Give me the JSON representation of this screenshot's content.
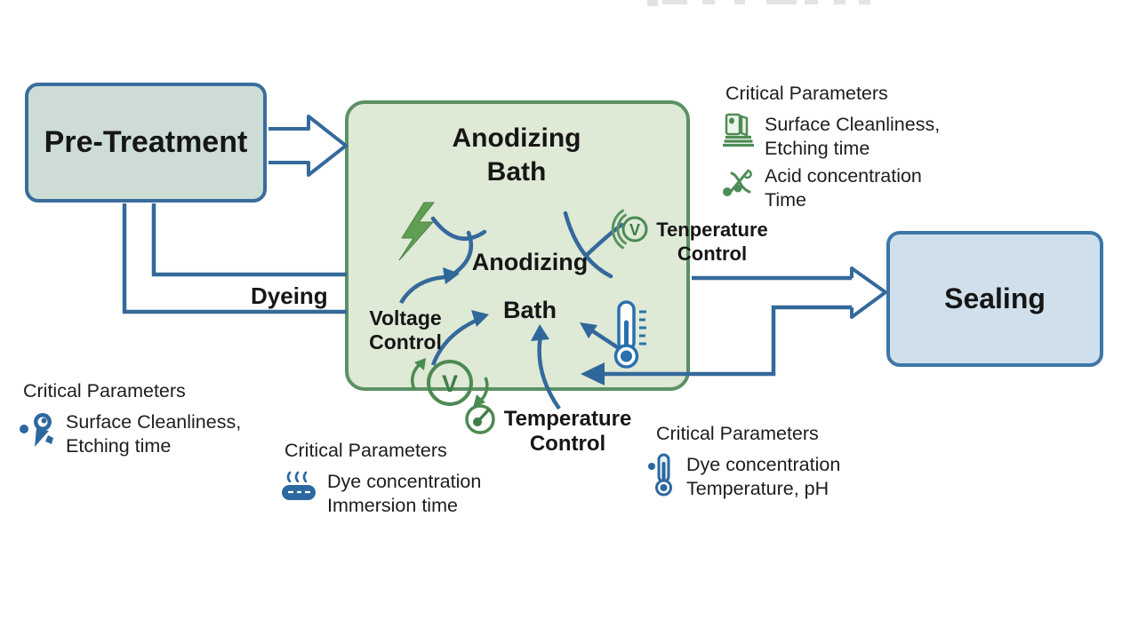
{
  "boxes": {
    "pre_treatment": {
      "label": "Pre-Treatment"
    },
    "anodizing_bath": {
      "title": "Anodizing\nBath",
      "inner_label": "Anodizing\nBath"
    },
    "sealing": {
      "label": "Sealing"
    }
  },
  "flow_labels": {
    "dyeing": "Dyeing",
    "voltage_control": "Voltage\nControl",
    "temperature_control": "Temperature\nControl",
    "temperature_control_right": "Tenperature\nControl"
  },
  "icon_letters": {
    "voltage_symbol": "V"
  },
  "critical_parameters": {
    "anodizing_top_right": {
      "heading": "Critical Parameters",
      "items": [
        {
          "icon": "etching-station-icon",
          "text": "Surface Cleanliness,\nEtching time"
        },
        {
          "icon": "acid-tools-icon",
          "text": "Acid concentration\nTime"
        }
      ]
    },
    "pretreatment_bottom_left": {
      "heading": "Critical Parameters",
      "items": [
        {
          "icon": "surface-inspection-icon",
          "text": "Surface Cleanliness,\nEtching time"
        }
      ]
    },
    "dyeing_bottom_center": {
      "heading": "Critical Parameters",
      "items": [
        {
          "icon": "immersion-bath-icon",
          "text": "Dye concentration\nImmersion time"
        }
      ]
    },
    "sealing_bottom_right": {
      "heading": "Critical Parameters",
      "items": [
        {
          "icon": "thermometer-icon",
          "text": "Dye concentration\nTemperature, pH"
        }
      ]
    }
  },
  "colors": {
    "flow_blue": "#34699b",
    "green_accent": "#4b8a52",
    "box_green_border": "#5c9165",
    "box_blue_border": "#3a6d9c",
    "thermometer_blue": "#2a6fae"
  }
}
